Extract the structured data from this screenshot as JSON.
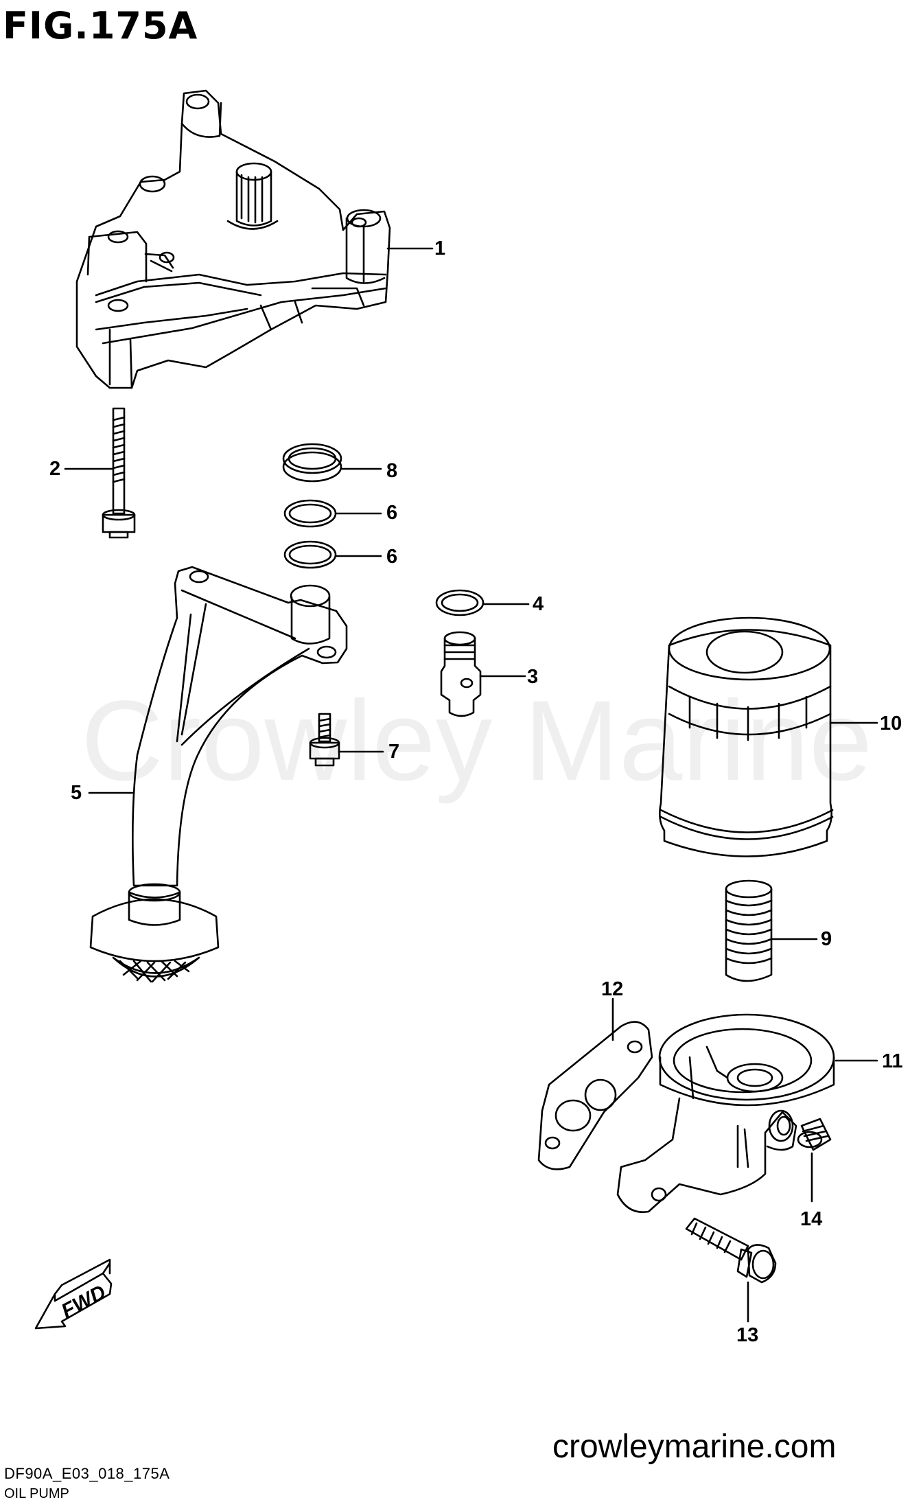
{
  "figure": {
    "title": "FIG.175A"
  },
  "watermark": "Crowley Marine",
  "callouts": [
    {
      "id": "1",
      "label": "1"
    },
    {
      "id": "2",
      "label": "2"
    },
    {
      "id": "3",
      "label": "3"
    },
    {
      "id": "4",
      "label": "4"
    },
    {
      "id": "5",
      "label": "5"
    },
    {
      "id": "6a",
      "label": "6"
    },
    {
      "id": "6b",
      "label": "6"
    },
    {
      "id": "7",
      "label": "7"
    },
    {
      "id": "8",
      "label": "8"
    },
    {
      "id": "9",
      "label": "9"
    },
    {
      "id": "10",
      "label": "10"
    },
    {
      "id": "11",
      "label": "11"
    },
    {
      "id": "12",
      "label": "12"
    },
    {
      "id": "13",
      "label": "13"
    },
    {
      "id": "14",
      "label": "14"
    }
  ],
  "fwd_arrow": {
    "label": "FWD"
  },
  "footer": {
    "code": "DF90A_E03_018_175A",
    "name": "OIL PUMP",
    "site": "crowleymarine.com"
  }
}
